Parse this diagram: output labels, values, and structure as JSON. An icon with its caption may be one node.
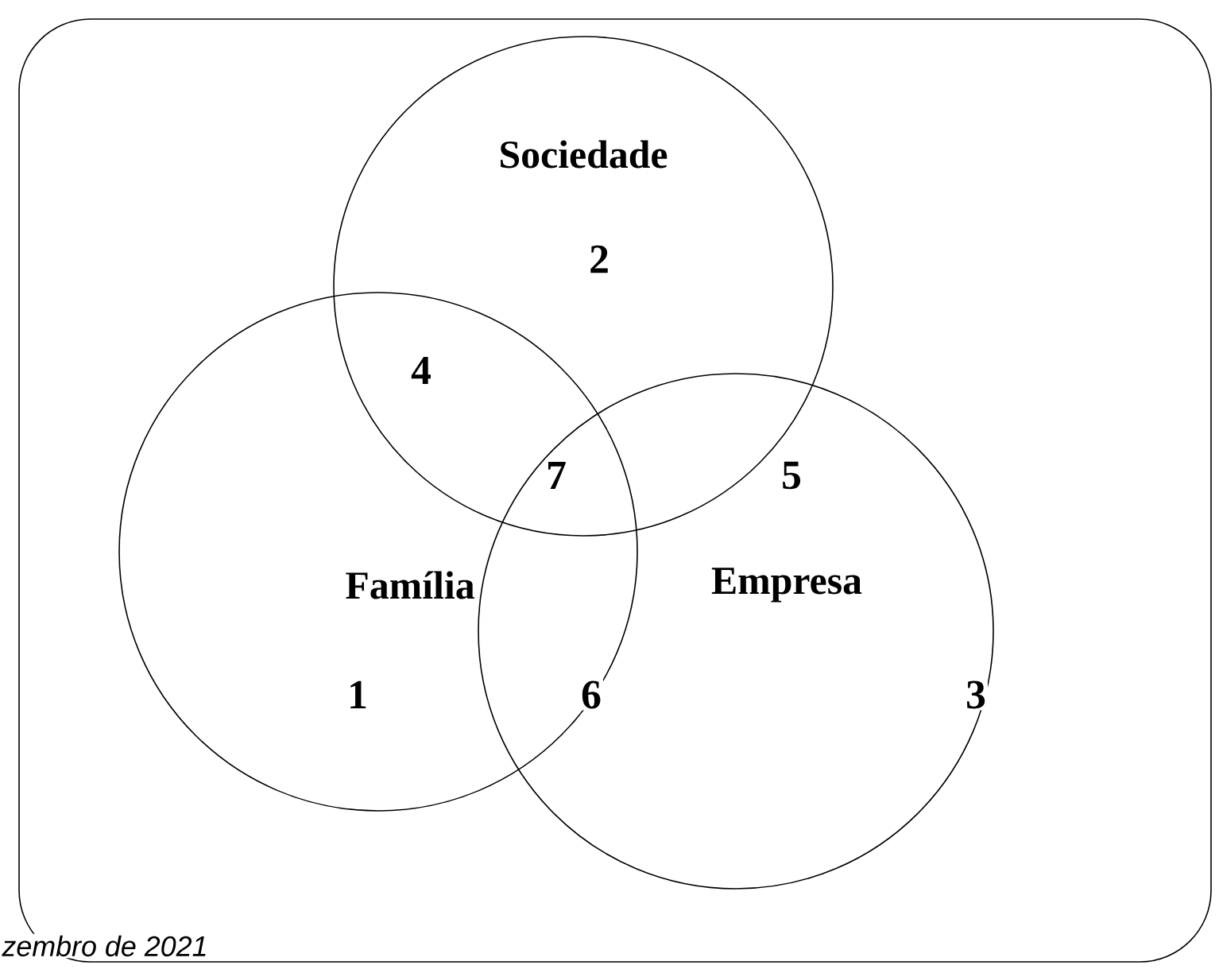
{
  "diagram": {
    "nodes": [
      {
        "text": [
          "Sociedade"
        ]
      },
      {
        "text": [
          "Família"
        ]
      },
      {
        "text": [
          "Empresa"
        ]
      }
    ],
    "labels": [
      "2",
      "4",
      "7",
      "5",
      "1",
      "6",
      "3",
      "zembro de 2021"
    ]
  }
}
